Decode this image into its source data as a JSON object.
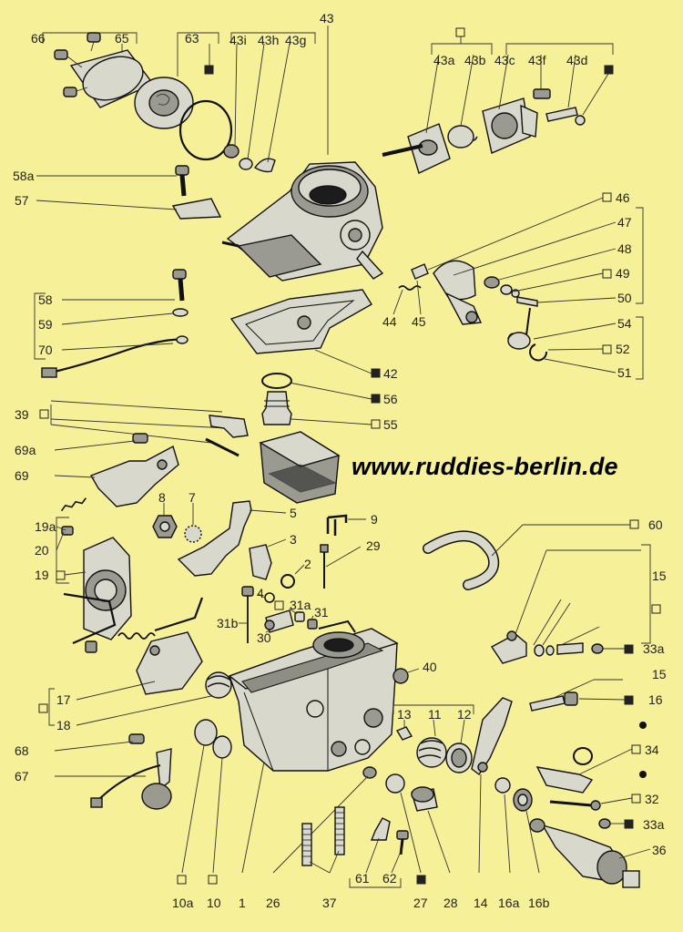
{
  "watermark": "www.ruddies-berlin.de",
  "labels": {
    "l66": "66",
    "l65": "65",
    "l63": "63",
    "l43i": "43i",
    "l43h": "43h",
    "l43g": "43g",
    "l43": "43",
    "l43a": "43a",
    "l43b": "43b",
    "l43c": "43c",
    "l43f": "43f",
    "l43d": "43d",
    "l58a": "58a",
    "l57": "57",
    "l58": "58",
    "l59": "59",
    "l70": "70",
    "l46": "46",
    "l47": "47",
    "l48": "48",
    "l49": "49",
    "l50": "50",
    "l44": "44",
    "l45": "45",
    "l54": "54",
    "l52": "52",
    "l51": "51",
    "l42": "42",
    "l56": "56",
    "l55": "55",
    "l39": "39",
    "l69a": "69a",
    "l69": "69",
    "l8": "8",
    "l7": "7",
    "l5": "5",
    "l9": "9",
    "l3": "3",
    "l2": "2",
    "l29": "29",
    "l19a": "19a",
    "l20": "20",
    "l19": "19",
    "l60": "60",
    "l15a": "15",
    "l15b": "15",
    "l33a_top": "33a",
    "l16": "16",
    "l4": "4",
    "l31a": "31a",
    "l31": "31",
    "l31b": "31b",
    "l30": "30",
    "l40": "40",
    "l17": "17",
    "l18": "18",
    "l13": "13",
    "l11": "11",
    "l12": "12",
    "l34": "34",
    "l32": "32",
    "l33a_bot": "33a",
    "l36": "36",
    "l68": "68",
    "l67": "67",
    "l10a": "10a",
    "l10": "10",
    "l1": "1",
    "l26": "26",
    "l37": "37",
    "l61": "61",
    "l62": "62",
    "l27": "27",
    "l28": "28",
    "l14": "14",
    "l16a": "16a",
    "l16b": "16b"
  }
}
